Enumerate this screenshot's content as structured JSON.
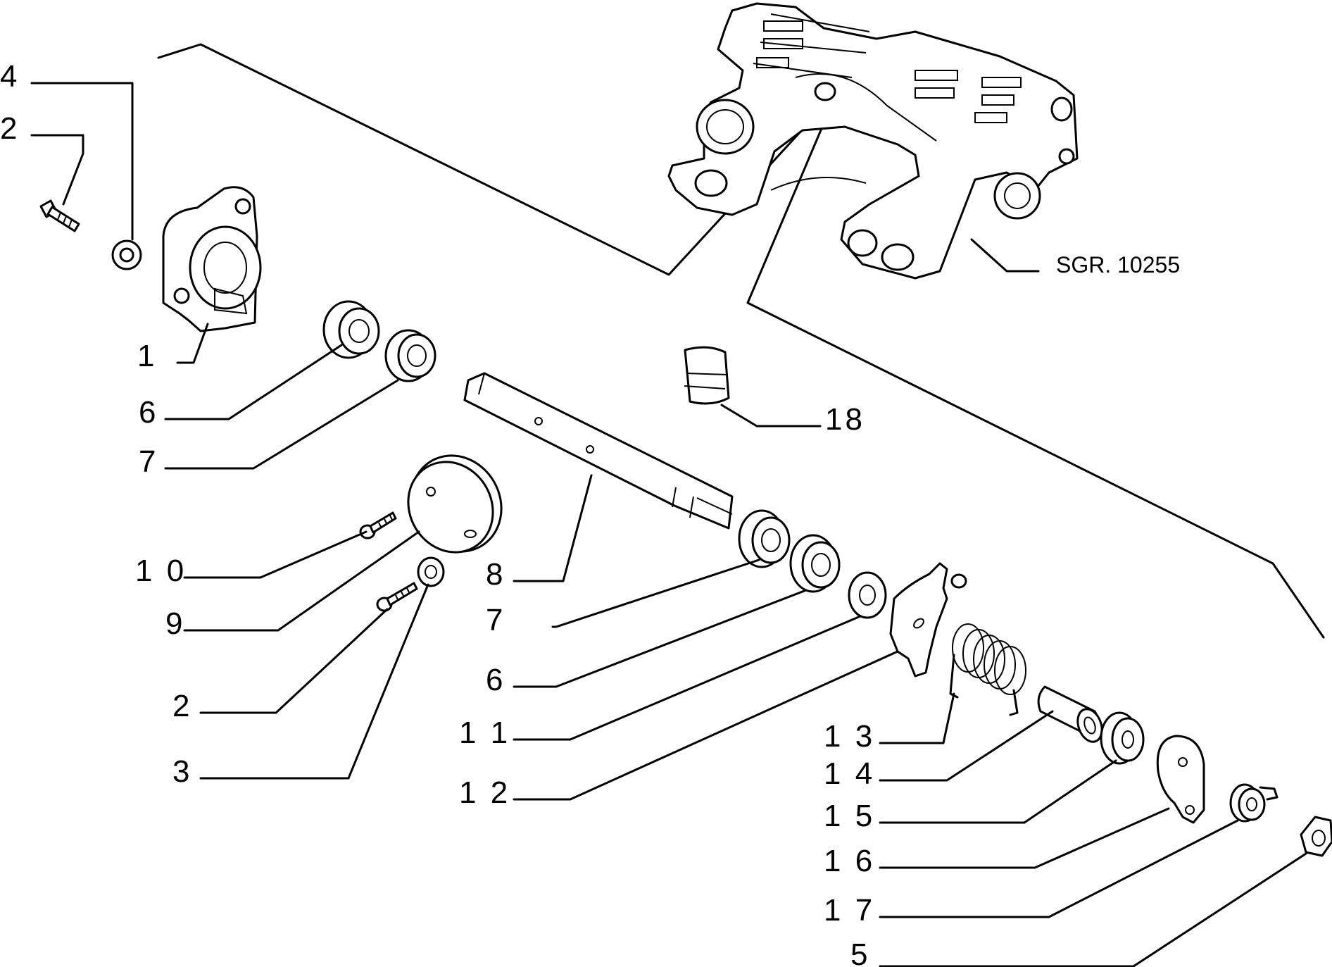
{
  "reference": "SGR. 10255",
  "labels": {
    "l4": "4",
    "l2a": "2",
    "l1": "1",
    "l6a": "6",
    "l7a": "7",
    "l18": "18",
    "l10": "1 0",
    "l9": "9",
    "l8": "8",
    "l7b": "7",
    "l2b": "2",
    "l6b": "6",
    "l11": "1 1",
    "l3": "3",
    "l12": "1 2",
    "l13": "1 3",
    "l14": "1 4",
    "l15": "1 5",
    "l16": "1 6",
    "l17": "1 7",
    "l5": "5"
  }
}
